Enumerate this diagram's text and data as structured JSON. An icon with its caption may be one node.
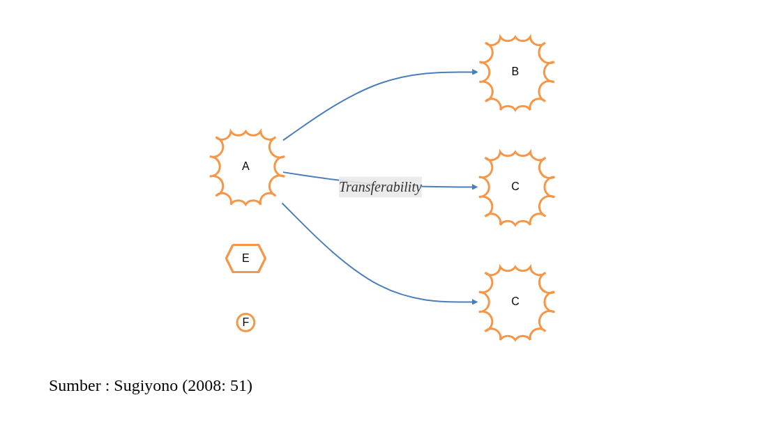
{
  "diagram": {
    "caption": "Sumber : Sugiyono (2008: 51)",
    "nodes": [
      {
        "text": [
          "A"
        ]
      },
      {
        "text": [
          "B"
        ]
      },
      {
        "text": [
          "C"
        ]
      },
      {
        "text": [
          "E"
        ]
      },
      {
        "text": [
          "F"
        ]
      },
      {
        "text": [
          "C"
        ]
      }
    ],
    "edges": [
      {
        "from": 0,
        "to": 1,
        "arrow": "to"
      },
      {
        "from": 0,
        "to": 2,
        "arrow": "to",
        "label": "Transferability"
      },
      {
        "from": 0,
        "to": 5,
        "arrow": "to"
      }
    ]
  }
}
